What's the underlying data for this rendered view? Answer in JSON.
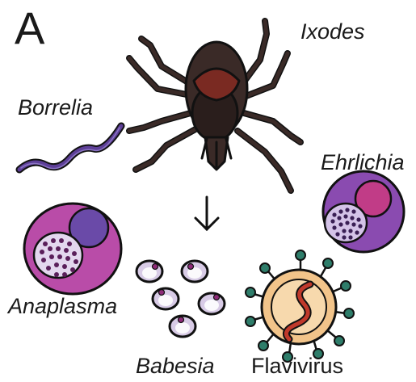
{
  "panel_label": "A",
  "labels": {
    "ixodes": "Ixodes",
    "borrelia": "Borrelia",
    "ehrlichia": "Ehrlichia",
    "anaplasma": "Anaplasma",
    "babesia": "Babesia",
    "flavivirus": "Flavivirus"
  },
  "icons": {
    "tick": "tick-icon",
    "arrow": "down-arrow-icon",
    "borrelia": "spirochete-icon",
    "ehrlichia": "ehrlichia-cell-icon",
    "anaplasma": "anaplasma-cell-icon",
    "babesia": "babesia-cluster-icon",
    "flavivirus": "virus-icon"
  },
  "colors": {
    "tick_body": "#3a2a27",
    "tick_scutum": "#7a2a22",
    "borrelia": "#5d3f97",
    "ehrlichia": "#8a4bb0",
    "anaplasma": "#b94ca8",
    "babesia": "#d8cbe6",
    "virus_capsule": "#f2c48a",
    "virus_spikes": "#2e7d6a"
  }
}
